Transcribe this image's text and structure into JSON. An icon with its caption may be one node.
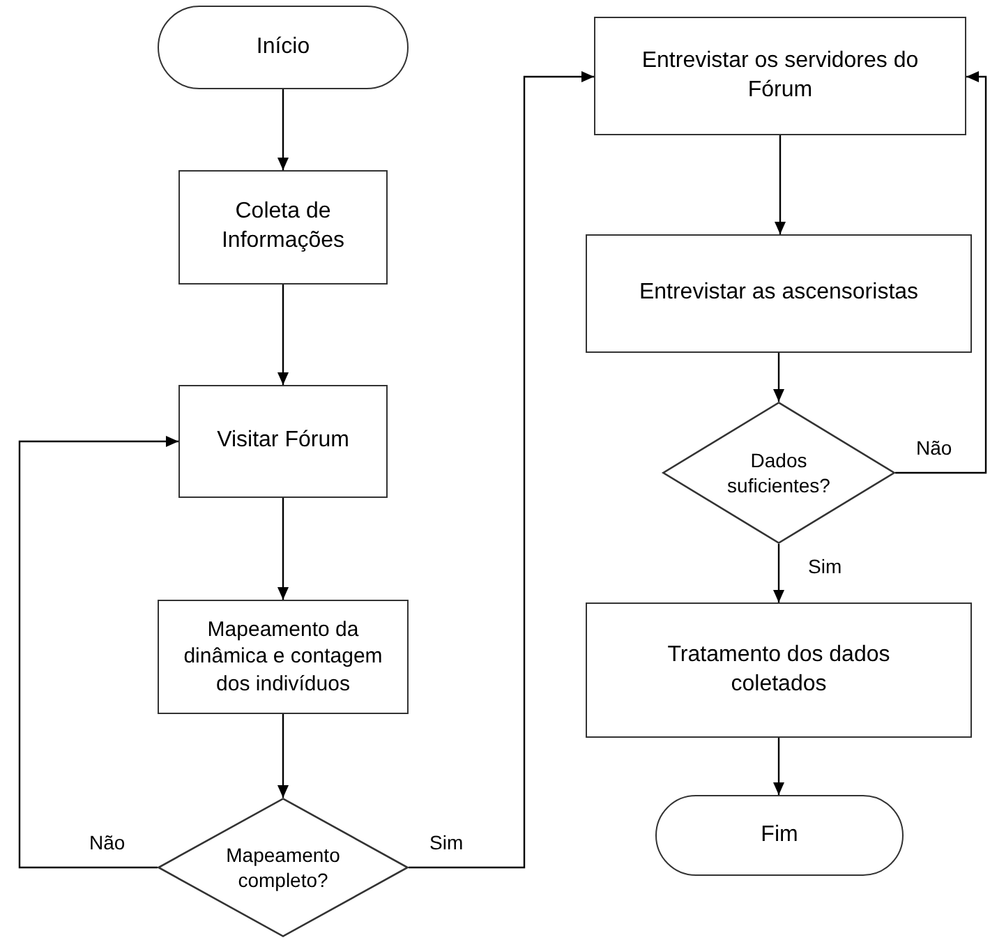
{
  "diagram": {
    "nodes": [
      {
        "text": [
          "Início"
        ]
      },
      {
        "text": [
          "Coleta de Informações"
        ]
      },
      {
        "text": [
          "Visitar Fórum"
        ]
      },
      {
        "text": [
          "Mapeamento da dinâmica e contagem dos indivíduos"
        ]
      },
      {
        "text": [
          "Mapeamento completo?"
        ]
      },
      {
        "text": [
          "Entrevistar os servidores do Fórum"
        ]
      },
      {
        "text": [
          "Entrevistar as ascensoristas"
        ]
      },
      {
        "text": [
          "Dados suficientes?"
        ]
      },
      {
        "text": [
          "Tratamento dos dados coletados"
        ]
      },
      {
        "text": [
          "Fim"
        ]
      }
    ],
    "edges": [
      {
        "from": 0,
        "to": 1,
        "arrow": "to"
      },
      {
        "from": 1,
        "to": 2,
        "arrow": "to"
      },
      {
        "from": 2,
        "to": 3,
        "arrow": "to"
      },
      {
        "from": 3,
        "to": 4,
        "arrow": "to"
      },
      {
        "from": 4,
        "to": 2,
        "arrow": "to",
        "label": "Não"
      },
      {
        "from": 4,
        "to": 5,
        "arrow": "to",
        "label": "Sim"
      },
      {
        "from": 5,
        "to": 6,
        "arrow": "to"
      },
      {
        "from": 6,
        "to": 7,
        "arrow": "to"
      },
      {
        "from": 7,
        "to": 5,
        "arrow": "to",
        "label": "Não"
      },
      {
        "from": 7,
        "to": 8,
        "arrow": "to",
        "label": "Sim"
      },
      {
        "from": 8,
        "to": 9,
        "arrow": "to"
      }
    ]
  }
}
